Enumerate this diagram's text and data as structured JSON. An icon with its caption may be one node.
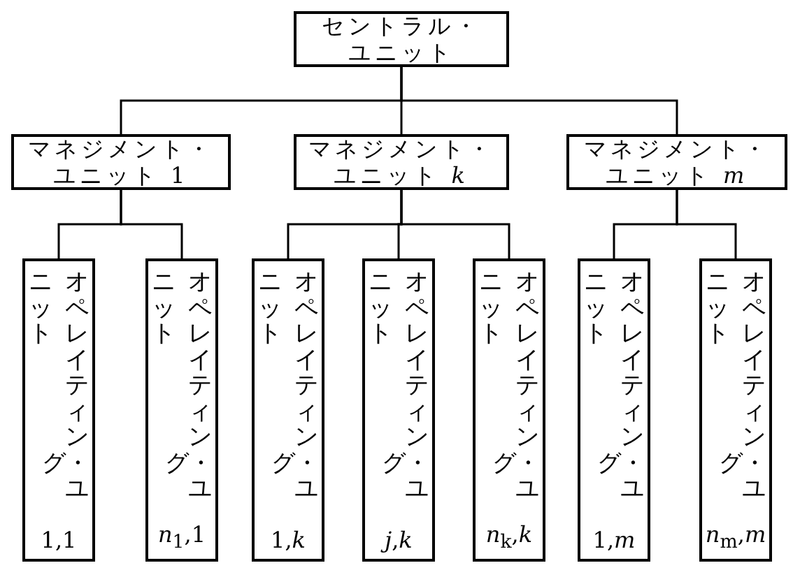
{
  "diagram": {
    "nodes": [
      {
        "text": [
          "セントラル・ユニット"
        ]
      },
      {
        "text": [
          "マネジメント・ユニット 1"
        ]
      },
      {
        "text": [
          "マネジメント・ユニット *k*"
        ]
      },
      {
        "text": [
          "マネジメント・ユニット *m*"
        ]
      },
      {
        "text": [
          "オペレイティング・ユニット",
          "1,1"
        ]
      },
      {
        "text": [
          "オペレイティング・ユニット",
          "*n*$_{1}$,1"
        ]
      },
      {
        "text": [
          "オペレイティング・ユニット",
          "1,*k*"
        ]
      },
      {
        "text": [
          "オペレイティング・ユニット",
          "*j*,*k*"
        ]
      },
      {
        "text": [
          "オペレイティング・ユニット",
          "*n*$_{k}$,*k*"
        ]
      },
      {
        "text": [
          "オペレイティング・ユニット",
          "1,*m*"
        ]
      },
      {
        "text": [
          "オペレイティング・ユニット",
          "*n*$_{m}$,*m*"
        ]
      }
    ],
    "edges": [
      {
        "from": 0,
        "to": 1,
        "arrow": "none"
      },
      {
        "from": 0,
        "to": 2,
        "arrow": "none"
      },
      {
        "from": 0,
        "to": 3,
        "arrow": "none"
      },
      {
        "from": 1,
        "to": 4,
        "arrow": "none"
      },
      {
        "from": 1,
        "to": 5,
        "arrow": "none"
      },
      {
        "from": 2,
        "to": 6,
        "arrow": "none"
      },
      {
        "from": 2,
        "to": 7,
        "arrow": "none"
      },
      {
        "from": 2,
        "to": 8,
        "arrow": "none"
      },
      {
        "from": 3,
        "to": 9,
        "arrow": "none"
      },
      {
        "from": 3,
        "to": 10,
        "arrow": "none"
      }
    ]
  }
}
